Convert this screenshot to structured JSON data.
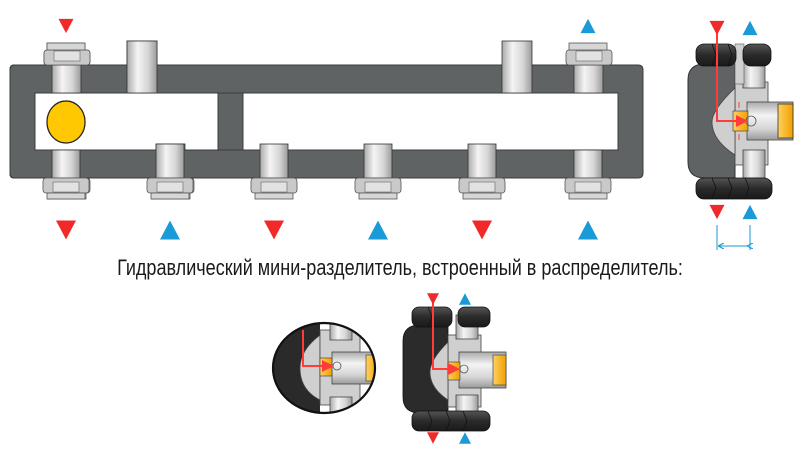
{
  "caption": "Гидравлический мини-разделитель, встроенный в распределитель:",
  "colors": {
    "supply_arrow": "#f02a2a",
    "return_arrow": "#1a9ad6",
    "body": "#5f6363",
    "body_outline": "#3a3d3d",
    "pipe_steel": "#d8d8d8",
    "nut": "#bfbfbf",
    "vent_yellow": "#ffc800",
    "hex_dark": "#2b2b2b",
    "insert_orange": "#ffb000",
    "flow_red": "#ff3b3b"
  },
  "main_manifold": {
    "top_ports": [
      {
        "name": "supply-inlet",
        "arrow": "down",
        "flow": "supply",
        "fitting": "nut"
      },
      {
        "name": "stub-left",
        "fitting": "plain"
      },
      {
        "name": "stub-right",
        "fitting": "plain"
      },
      {
        "name": "return-outlet",
        "arrow": "up",
        "flow": "return",
        "fitting": "nut"
      }
    ],
    "bottom_ports": [
      {
        "arrow": "down",
        "flow": "supply"
      },
      {
        "arrow": "up",
        "flow": "return"
      },
      {
        "arrow": "down",
        "flow": "supply"
      },
      {
        "arrow": "up",
        "flow": "return"
      },
      {
        "arrow": "down",
        "flow": "supply"
      },
      {
        "arrow": "up",
        "flow": "return"
      }
    ],
    "vent_indicator": "yellow-circle"
  },
  "side_view": {
    "top_arrows": [
      "down-supply",
      "up-return"
    ],
    "bottom_arrows": [
      "down-supply",
      "up-return"
    ],
    "dimension_marker": "double-arrow"
  },
  "detail_views": {
    "magnified_circle": "separator-detail",
    "side_section": {
      "top_arrows": [
        "down-supply",
        "up-return"
      ],
      "bottom_arrows": [
        "down-supply",
        "up-return"
      ]
    }
  }
}
